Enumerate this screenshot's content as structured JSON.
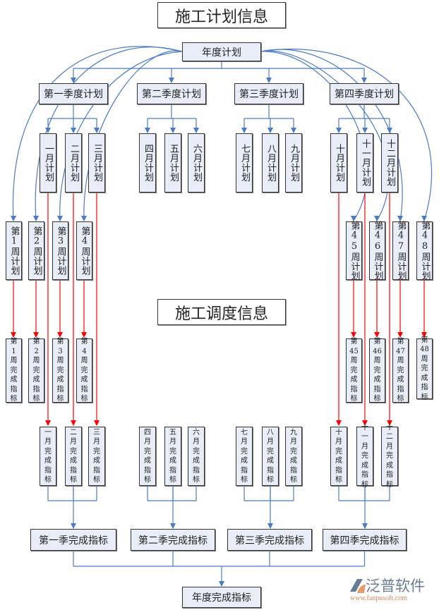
{
  "titles": {
    "plan": "施工计划信息",
    "dispatch": "施工调度信息"
  },
  "annual_plan": "年度计划",
  "quarter_plans": [
    "第一季度计划",
    "第二季度计划",
    "第三季度计划",
    "第四季度计划"
  ],
  "month_plans": [
    "一月计划",
    "二月计划",
    "三月计划",
    "四月计划",
    "五月计划",
    "六月计划",
    "七月计划",
    "八月计划",
    "九月计划",
    "十月计划",
    "十一月计划",
    "十二月计划"
  ],
  "week_plans": [
    "第1周计划",
    "第2周计划",
    "第3周计划",
    "第4周计划",
    "第45周计划",
    "第46周计划",
    "第47周计划",
    "第48周计划"
  ],
  "week_completion": [
    "第1周完成指标",
    "第2周完成指标",
    "第3周完成指标",
    "第4周完成指标",
    "第45周完成指标",
    "第46周完成指标",
    "第47周完成指标",
    "第48周完成指标"
  ],
  "month_completion": [
    "一月完成指标",
    "二月完成指标",
    "三月完成指标",
    "四月完成指标",
    "五月完成指标",
    "六月完成指标",
    "七月完成指标",
    "八月完成指标",
    "九月完成指标",
    "十月完成指标",
    "十一月完成指标",
    "十二月完成指标"
  ],
  "quarter_completion": [
    "第一季完成指标",
    "第二季完成指标",
    "第三季完成指标",
    "第四季完成指标"
  ],
  "annual_completion": "年度完成指标",
  "logo": {
    "name": "泛普软件",
    "url": "www.fanpusoft.com"
  },
  "colors": {
    "box_fill": "#e8edf7",
    "blue_line": "#4a7ac8",
    "red_line": "#ff0000"
  }
}
